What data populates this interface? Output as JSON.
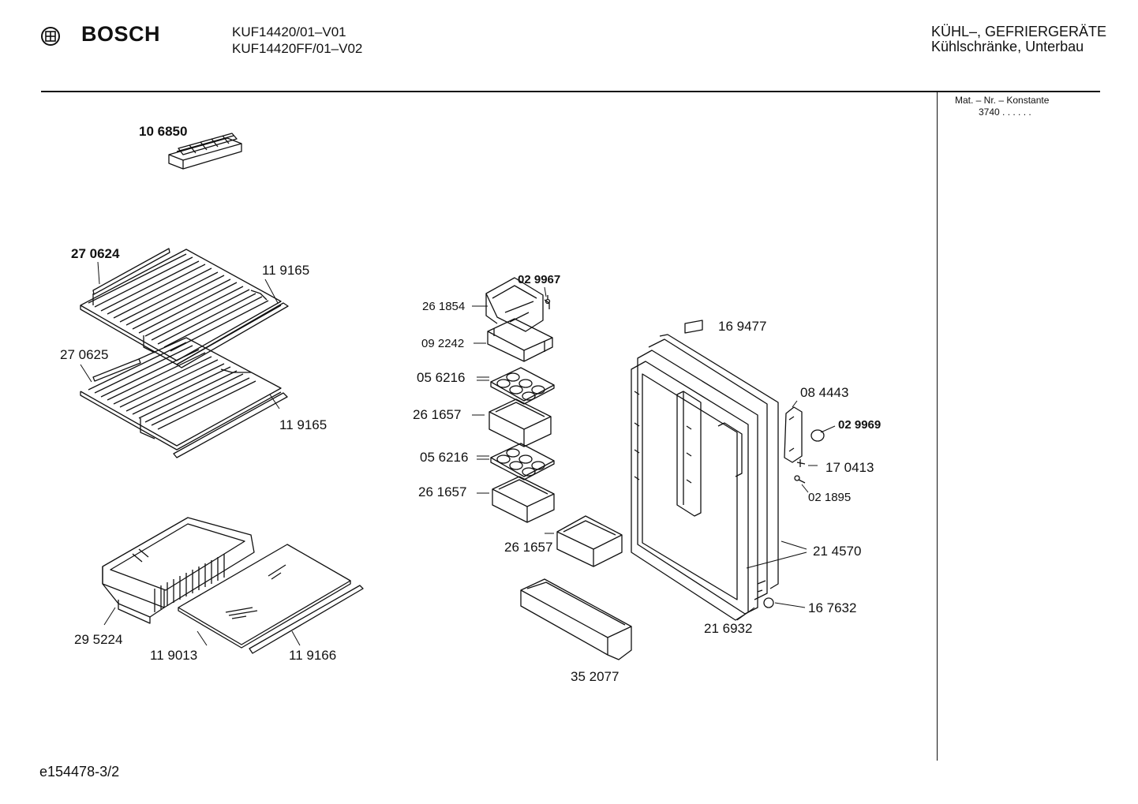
{
  "header": {
    "brand": "BOSCH",
    "models": [
      "KUF14420/01–V01",
      "KUF14420FF/01–V02"
    ],
    "category_line1": "KÜHL–, GEFRIERGERÄTE",
    "category_line2": "Kühlschränke, Unterbau"
  },
  "sidebar": {
    "mat_label": "Mat. – Nr. – Konstante",
    "mat_value": "3740  .  .   .  .  .  ."
  },
  "footer": {
    "code": "e154478-3/2"
  },
  "parts": [
    {
      "id": "p1",
      "label": "10 6850",
      "bold": true
    },
    {
      "id": "p2",
      "label": "27 0624",
      "bold": true
    },
    {
      "id": "p3",
      "label": "11 9165",
      "bold": false
    },
    {
      "id": "p4",
      "label": "27 0625",
      "bold": false
    },
    {
      "id": "p5",
      "label": "11 9165",
      "bold": false
    },
    {
      "id": "p6",
      "label": "29 5224",
      "bold": false
    },
    {
      "id": "p7",
      "label": "11 9013",
      "bold": false
    },
    {
      "id": "p8",
      "label": "11 9166",
      "bold": false
    },
    {
      "id": "p9",
      "label": "02 9967",
      "bold": true
    },
    {
      "id": "p10",
      "label": "26 1854",
      "bold": false
    },
    {
      "id": "p11",
      "label": "09 2242",
      "bold": false
    },
    {
      "id": "p12",
      "label": "05 6216",
      "bold": false
    },
    {
      "id": "p13",
      "label": "26 1657",
      "bold": false
    },
    {
      "id": "p14",
      "label": "05 6216",
      "bold": false
    },
    {
      "id": "p15",
      "label": "26 1657",
      "bold": false
    },
    {
      "id": "p16",
      "label": "26 1657",
      "bold": false
    },
    {
      "id": "p17",
      "label": "35 2077",
      "bold": false
    },
    {
      "id": "p18",
      "label": "16 9477",
      "bold": false
    },
    {
      "id": "p19",
      "label": "08 4443",
      "bold": false
    },
    {
      "id": "p20",
      "label": "02 9969",
      "bold": true
    },
    {
      "id": "p21",
      "label": "17 0413",
      "bold": false
    },
    {
      "id": "p22",
      "label": "02 1895",
      "bold": false
    },
    {
      "id": "p23",
      "label": "21 4570",
      "bold": false
    },
    {
      "id": "p24",
      "label": "16 7632",
      "bold": false
    },
    {
      "id": "p25",
      "label": "21 6932",
      "bold": false
    }
  ]
}
